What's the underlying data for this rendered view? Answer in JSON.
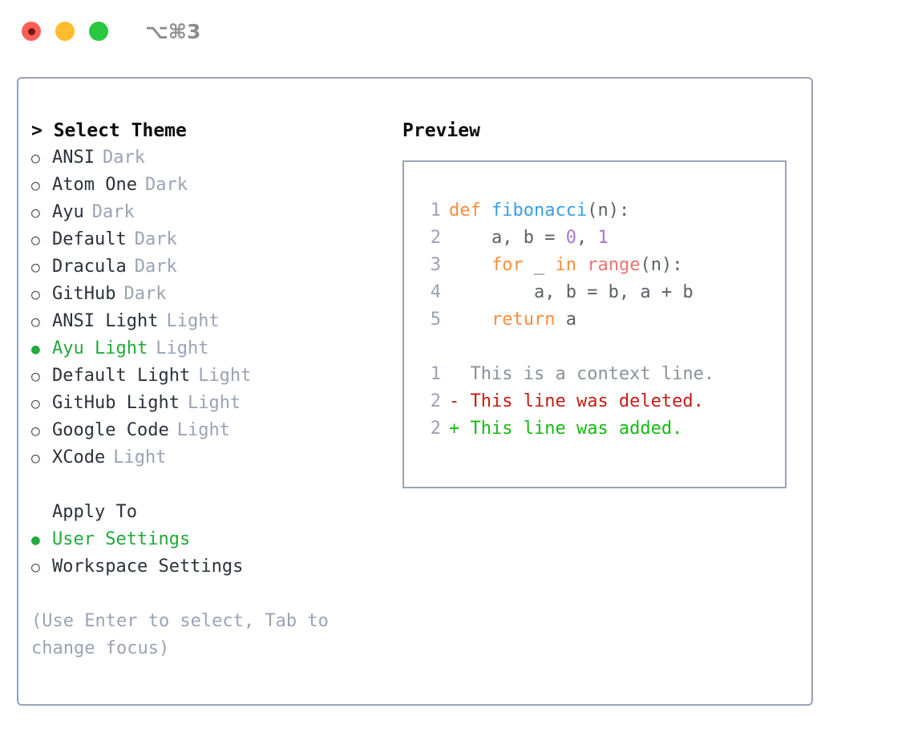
{
  "window": {
    "shortcut": "⌥⌘3",
    "controls": [
      {
        "name": "close",
        "color": "#ff5f57"
      },
      {
        "name": "minimize",
        "color": "#febc2e"
      },
      {
        "name": "maximize",
        "color": "#28c840"
      }
    ]
  },
  "theme_panel": {
    "heading": "> Select Theme",
    "items": [
      {
        "bullet": "○",
        "name": "ANSI",
        "tag": "Dark",
        "selected": false
      },
      {
        "bullet": "○",
        "name": "Atom One",
        "tag": "Dark",
        "selected": false
      },
      {
        "bullet": "○",
        "name": "Ayu",
        "tag": "Dark",
        "selected": false
      },
      {
        "bullet": "○",
        "name": "Default",
        "tag": "Dark",
        "selected": false
      },
      {
        "bullet": "○",
        "name": "Dracula",
        "tag": "Dark",
        "selected": false
      },
      {
        "bullet": "○",
        "name": "GitHub",
        "tag": "Dark",
        "selected": false
      },
      {
        "bullet": "○",
        "name": "ANSI Light",
        "tag": "Light",
        "selected": false
      },
      {
        "bullet": "●",
        "name": "Ayu Light",
        "tag": "Light",
        "selected": true
      },
      {
        "bullet": "○",
        "name": "Default Light",
        "tag": "Light",
        "selected": false
      },
      {
        "bullet": "○",
        "name": "GitHub Light",
        "tag": "Light",
        "selected": false
      },
      {
        "bullet": "○",
        "name": "Google Code",
        "tag": "Light",
        "selected": false
      },
      {
        "bullet": "○",
        "name": "XCode",
        "tag": "Light",
        "selected": false
      }
    ]
  },
  "apply_to": {
    "label": "Apply To",
    "items": [
      {
        "bullet": "●",
        "name": "User Settings",
        "selected": true
      },
      {
        "bullet": "○",
        "name": "Workspace Settings",
        "selected": false
      }
    ]
  },
  "hint": "(Use Enter to select, Tab to change focus)",
  "preview": {
    "heading": "Preview",
    "code_lines": [
      {
        "lineno": "1",
        "tokens": [
          {
            "text": "def ",
            "type": "kw"
          },
          {
            "text": "fibonacci",
            "type": "fn"
          },
          {
            "text": "(n):",
            "type": "plain"
          }
        ]
      },
      {
        "lineno": "2",
        "tokens": [
          {
            "text": "    a, b = ",
            "type": "plain"
          },
          {
            "text": "0",
            "type": "num"
          },
          {
            "text": ", ",
            "type": "plain"
          },
          {
            "text": "1",
            "type": "num"
          }
        ]
      },
      {
        "lineno": "3",
        "tokens": [
          {
            "text": "    ",
            "type": "plain"
          },
          {
            "text": "for",
            "type": "kw"
          },
          {
            "text": " _ ",
            "type": "plain"
          },
          {
            "text": "in",
            "type": "kw"
          },
          {
            "text": " ",
            "type": "plain"
          },
          {
            "text": "range",
            "type": "ent"
          },
          {
            "text": "(n):",
            "type": "plain"
          }
        ]
      },
      {
        "lineno": "4",
        "tokens": [
          {
            "text": "        a, b = b, a + b",
            "type": "plain"
          }
        ]
      },
      {
        "lineno": "5",
        "tokens": [
          {
            "text": "    ",
            "type": "plain"
          },
          {
            "text": "return",
            "type": "kw"
          },
          {
            "text": " a",
            "type": "plain"
          }
        ]
      }
    ],
    "diff_lines": [
      {
        "lineno": "1",
        "marker": "  ",
        "text": "This is a context line.",
        "kind": "ctx"
      },
      {
        "lineno": "2",
        "marker": "- ",
        "text": "This line was deleted.",
        "kind": "del"
      },
      {
        "lineno": "2",
        "marker": "+ ",
        "text": "This line was added.",
        "kind": "add"
      }
    ]
  },
  "colors": {
    "accent_green": "#22a93c",
    "border": "#9aa3b5",
    "muted": "#9aa3b5",
    "keyword": "#fa8d3e",
    "function": "#399ee6",
    "number": "#a37acc",
    "entity": "#f07171",
    "diff_delete": "#c41a16",
    "diff_add": "#16b814"
  }
}
